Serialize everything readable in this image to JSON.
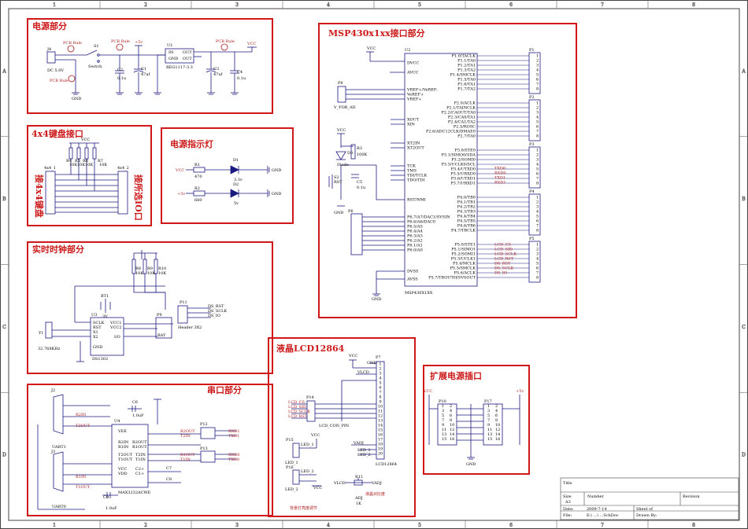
{
  "border": {
    "cols": [
      "1",
      "2",
      "3",
      "4",
      "5",
      "6",
      "7",
      "8"
    ],
    "rows": [
      "A",
      "B",
      "C",
      "D"
    ]
  },
  "blocks": {
    "power": "电源部分",
    "keypad": "4x4键盘接口",
    "led": "电源指示灯",
    "rtc": "实时时钟部分",
    "uart": "串口部分",
    "mcu": "MSP430x1xx接口部分",
    "lcd": "液晶LCD12864",
    "expand": "扩展电源插口"
  },
  "power": {
    "j4": "J4",
    "dc": "DC 5.0V",
    "s1": "S1",
    "switch": "Switch",
    "pcb_rule": "PCB Rule",
    "u1": "U1",
    "u1_part": "REG1117-3.3",
    "in": "IN",
    "out": "OUT",
    "gnd": "GND",
    "c1": "C1",
    "c1v": "47uf",
    "c2": "C2",
    "c2v": "0.1u",
    "c3": "C3",
    "c3v": "47uf",
    "c4": "C4",
    "c4v": "0.1u",
    "p5v": "+5v",
    "vcc": "VCC"
  },
  "keypad": {
    "vcc": "VCC",
    "resistors": [
      "R4",
      "R5",
      "R6",
      "R7"
    ],
    "rv": "10K",
    "h1": "4x4_1",
    "h2": "4x4_2",
    "left_label": "接4x4键盘",
    "right_label": "接所选IO口"
  },
  "led": {
    "d1": "D1",
    "d2": "D2",
    "r1": "R1",
    "r1v": "470",
    "r2": "R2",
    "r2v": "680",
    "vcc": "VCC",
    "p5v": "+5v",
    "gnd": "GND",
    "v33": "3.3v",
    "v5": "5v"
  },
  "rtc": {
    "r8": "R8",
    "r9": "R9",
    "r10": "R10",
    "rv": "10K",
    "bt": "BT1",
    "btv": "3V",
    "u3": "U3",
    "u3_part": "DS1302",
    "y1": "Y1",
    "y1v": "32.768KHz",
    "pins": [
      "SCLK",
      "RST",
      "X1",
      "X2",
      "GND",
      "VCC1",
      "VCC2",
      "I/O"
    ],
    "p11": "P11",
    "p11_part": "Header 3X2",
    "p9": "P9",
    "bat": "BAT",
    "sig": [
      "DS_RST",
      "DS_SCLK",
      "DS_IO"
    ]
  },
  "uart": {
    "j2": "J2",
    "j3": "J3",
    "uart1": "UART1",
    "uart0": "UART0",
    "u4": "U4",
    "u4_part": "MAX3232ACWE",
    "c6": "C6",
    "c7": "C7",
    "c8": "C8",
    "c9": "C9",
    "cv": "1.0uF",
    "p12": "P12",
    "p13": "P13",
    "pins_l": [
      "R2IN",
      "R1IN",
      "T2OUT",
      "T1OUT",
      "VCC",
      "VDD"
    ],
    "pins_r": [
      "R2OUT",
      "R1OUT",
      "T2IN",
      "T1IN",
      "C1+",
      "C2+"
    ],
    "sig": [
      "R2OUT",
      "T2IN",
      "R1OUT",
      "T1IN",
      "RXD1",
      "TXD1",
      "RXD0",
      "TXD0",
      "R2IN",
      "T2OUT",
      "R1IN",
      "T1OUT"
    ]
  },
  "mcu": {
    "u2": "U2",
    "part": "MSP430X1XX",
    "vcc": "VCC",
    "gnd": "GND",
    "p8": "P8",
    "vfor": "V_FOR_AD",
    "d3": "D3",
    "diode": "Diode",
    "r3": "R3",
    "r3v": "100K",
    "s2": "S2",
    "rst": "RST",
    "c5": "C5",
    "c5v": "0.1u",
    "p6": "P6",
    "left_pins": [
      "DVCC",
      "AVCC",
      "VREF+/VeREF-",
      "VeREF+",
      "VREF+",
      "XOUT",
      "XIN",
      "XT2IN",
      "XT2OUT",
      "TCK",
      "TMS",
      "TDI/TCLK",
      "TDO/TDI",
      "RST/NMI",
      "DVSS",
      "AVSS"
    ],
    "port1": [
      "P1.0/TACLK",
      "P1.1/TA0",
      "P1.2/TA1",
      "P1.3/TA2",
      "P1.4/SMCLK",
      "P1.5/TA0",
      "P1.6/TA1",
      "P1.7/TA2"
    ],
    "port2": [
      "P2.0/ACLK",
      "P2.1/TAINCLK",
      "P2.2/CAOUT/TA0",
      "P2.3/CA0/TA1",
      "P2.4/CA1/TA2",
      "P2.5/ROSC",
      "P2.6/ADC12CLK/DMAE0",
      "P2.7/TA0"
    ],
    "port3": [
      "P3.0/STE0",
      "P3.1/SIMO0/SDA",
      "P3.2/SOMI0",
      "P3.3/UCLK0/SCL",
      "P3.4/UTXD0",
      "P3.5/URXD0",
      "P3.6/UTXD1",
      "P3.7/URXD1"
    ],
    "port4": [
      "P4.0/TB0",
      "P4.1/TB1",
      "P4.2/TB2",
      "P4.3/TB3",
      "P4.4/TB4",
      "P4.5/TB5",
      "P4.6/TB6",
      "P4.7/TBCLK"
    ],
    "port5": [
      "P5.0/STE1",
      "P5.1/SIMO1",
      "P5.2/SOMI1",
      "P5.3/UCLK1",
      "P5.4/MCLK",
      "P5.5/SMCLK",
      "P5.6/ACLK",
      "P5.7/TBOUTH/SVSOUT"
    ],
    "port6": [
      "P6.7/A7/DAC1/SVSIN",
      "P6.6/A6/DAC0",
      "P6.5/A5",
      "P6.4/A4",
      "P6.3/A3",
      "P6.2/A2",
      "P6.1/A1",
      "P6.0/A0"
    ],
    "headers": [
      "P1",
      "P2",
      "P3",
      "P4",
      "P5"
    ],
    "net3": [
      "TXD0",
      "RXD0",
      "TXD1",
      "RXD1"
    ],
    "net5": [
      "LCD_CS",
      "LCD_SID",
      "LCD_SCLK",
      "LCD_RST",
      "DS_RST",
      "DS_SCLK",
      "DS_IO"
    ]
  },
  "lcd": {
    "p7": "P7",
    "p14": "P14",
    "p15": "P15",
    "p16": "P16",
    "vcc": "VCC",
    "gnd": "GND",
    "vlcd": "VLCD",
    "vadj": "VADJ",
    "part": "LCD12864",
    "conn": "LCD_CON_PIN",
    "sig": [
      "LCD_CS",
      "LCD_SID",
      "LCD_SCLK",
      "LCD_RST"
    ],
    "led1": "LED_1",
    "led2": "LED_2",
    "r11": "R11",
    "adj": "ADJ",
    "adjv": "1K",
    "note": "背景灯亮度调节",
    "note2": "液晶对比度"
  },
  "expand": {
    "p10": "P10",
    "p17": "P17",
    "vcc": "VCC",
    "p5v": "+5v",
    "gnd": "GND"
  },
  "title_block": {
    "title": "Title",
    "size": "Size",
    "size_v": "A3",
    "number": "Number",
    "revision": "Revision",
    "date": "Date:",
    "date_v": "2009-7-14",
    "file": "File:",
    "file_v": "E:\\ ...\\ ...SchDoc",
    "sheet": "Sheet   of",
    "drawn": "Drawn By:"
  }
}
